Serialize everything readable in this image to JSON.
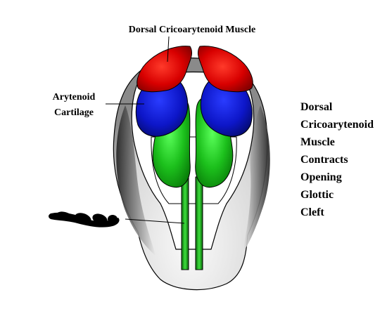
{
  "labels": {
    "top": "Dorsal Cricoarytenoid Muscle",
    "arytenoid_line1": "Arytenoid",
    "arytenoid_line2": "Cartilage"
  },
  "caption_lines": [
    "Dorsal",
    "Cricoarytenoid",
    "Muscle",
    "Contracts",
    "Opening",
    "Glottic",
    "Cleft"
  ],
  "colors": {
    "muscle": "#dd0000",
    "cartilage": "#0a1ad0",
    "vocal_process": "#1eb41e",
    "outline": "#000000",
    "shadow": "#555555"
  }
}
